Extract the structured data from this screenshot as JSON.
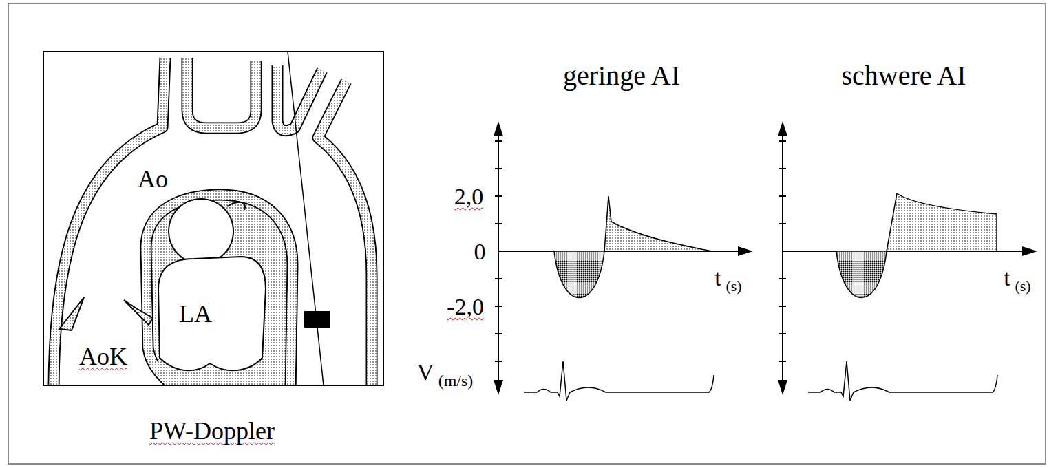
{
  "diagram": {
    "labels": [
      "Ao",
      "LA",
      "AoK",
      "PW-Doppler",
      "geringe AI",
      "schwere AI",
      "2,0",
      "0",
      "-2,0",
      "V",
      "(m/s)",
      "t",
      "(s)",
      "t",
      "(s)"
    ]
  }
}
